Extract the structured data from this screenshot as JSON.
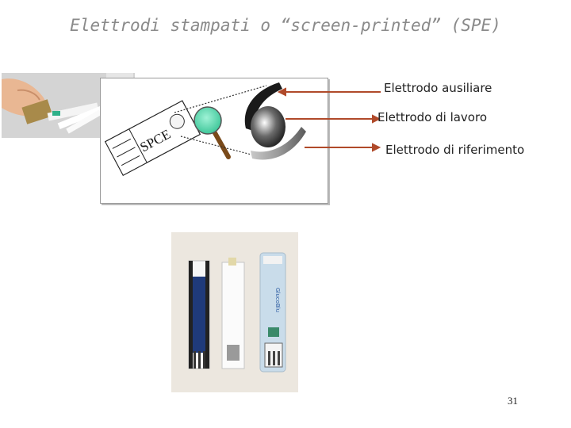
{
  "slide": {
    "title": "Elettrodi stampati o “screen-printed” (SPE)",
    "page_number": "31"
  },
  "diagram": {
    "strip_text": "SPCE",
    "labels": {
      "auxiliary": "Elettrodo ausiliare",
      "working": "Elettrodo di lavoro",
      "reference": "Elettrodo di riferimento"
    },
    "colors": {
      "arrow": "#b04a2a",
      "working_electrode": "#4fd3a8",
      "title_text": "#8a8a8a"
    }
  },
  "photos": {
    "hand_photo_icon": "hand-holding-electrode-photo",
    "strips_photo_icon": "three-electrode-strips-photo",
    "strip_brand_text": "GlucoBlu"
  }
}
